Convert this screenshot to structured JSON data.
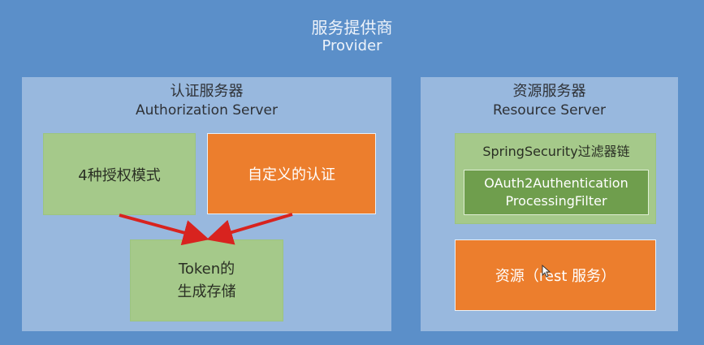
{
  "provider": {
    "title_zh": "服务提供商",
    "title_en": "Provider"
  },
  "auth_server": {
    "title_zh": "认证服务器",
    "title_en": "Authorization Server",
    "grant_modes": "4种授权模式",
    "custom_auth": "自定义的认证",
    "token_line1": "Token的",
    "token_line2": "生成存储"
  },
  "resource_server": {
    "title_zh": "资源服务器",
    "title_en": "Resource Server",
    "filter_chain": "SpringSecurity过滤器链",
    "filter_line1": "OAuth2Authentication",
    "filter_line2": "ProcessingFilter",
    "resource": "资源（rest 服务）"
  },
  "colors": {
    "background": "#5b8fc9",
    "panel": "#98b8de",
    "green": "#a5c98a",
    "dark_green": "#6f9e4d",
    "orange": "#ec7e2d",
    "arrow": "#d8231f"
  }
}
